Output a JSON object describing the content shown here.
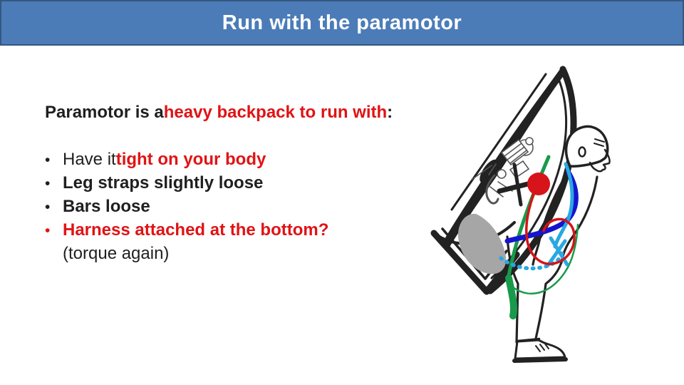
{
  "title_bar": {
    "title": "Run with the paramotor"
  },
  "colors": {
    "header_bg": "#4C7CB8",
    "header_border": "#35577F",
    "ink": "#1F1F1F",
    "red": "#E01315",
    "line": "#222222",
    "green": "#189A4A",
    "blue": "#1515CE",
    "cyan": "#29A8E2",
    "strap_red": "#D41418",
    "dot_red": "#D7141A",
    "seat_gray": "#A6A6A6"
  },
  "body": {
    "bullet_glyph": "•",
    "intro": [
      {
        "text": "Paramotor is a ",
        "bold": true,
        "color": "black"
      },
      {
        "text": "heavy backpack to run with",
        "bold": true,
        "color": "red"
      },
      {
        "text": ":",
        "bold": true,
        "color": "black"
      }
    ],
    "bullets": [
      {
        "bullet_color": "black",
        "segments": [
          {
            "text": "Have it ",
            "bold": false,
            "color": "black"
          },
          {
            "text": "tight on your body",
            "bold": true,
            "color": "red"
          }
        ]
      },
      {
        "bullet_color": "black",
        "segments": [
          {
            "text": "Leg straps slightly loose",
            "bold": true,
            "color": "black"
          }
        ]
      },
      {
        "bullet_color": "black",
        "segments": [
          {
            "text": "Bars loose",
            "bold": true,
            "color": "black"
          }
        ]
      },
      {
        "bullet_color": "red",
        "segments": [
          {
            "text": "Harness attached at the bottom?",
            "bold": true,
            "color": "red"
          }
        ]
      },
      {
        "no_bullet": true,
        "segments": [
          {
            "text": "(torque again)",
            "bold": false,
            "color": "black"
          }
        ]
      }
    ]
  },
  "illustration": {
    "description": "Side-view line drawing of a pilot wearing a paramotor backpack: black propeller cage and propeller, sketched engine, gray seat board, pilot with helmet leaning forward, colored harness straps (green, light-blue, dark-blue, red) and a red attachment point"
  }
}
